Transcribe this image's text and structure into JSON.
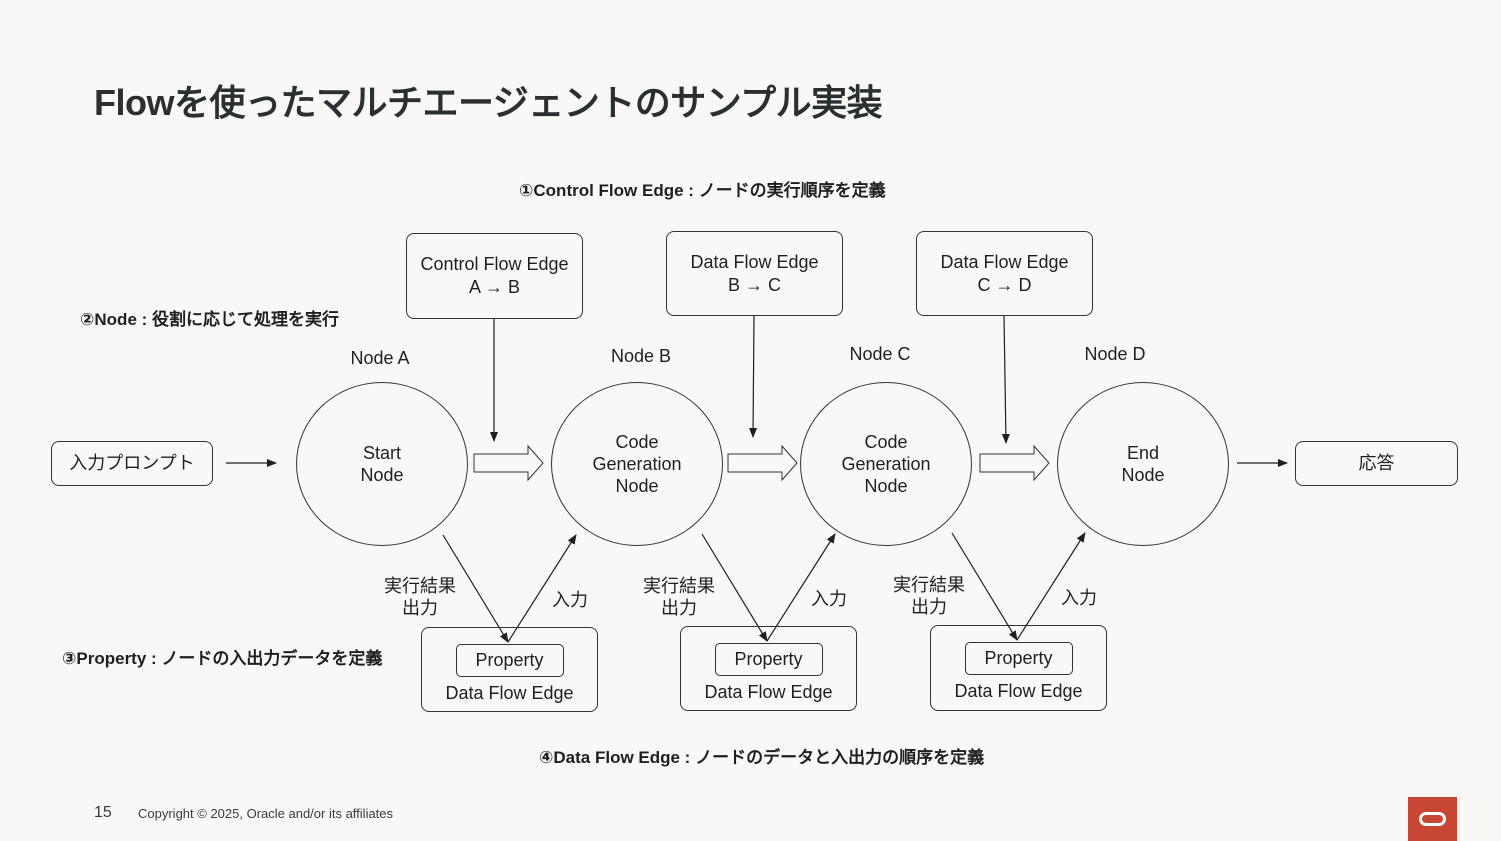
{
  "title": "Flowを使ったマルチエージェントのサンプル実装",
  "annotations": {
    "control_flow": "①Control Flow Edge : ノードの実行順序を定義",
    "node": "②Node : 役割に応じて処理を実行",
    "property": "③Property : ノードの入出力データを定義",
    "data_flow": "④Data Flow Edge : ノードのデータと入出力の順序を定義"
  },
  "input_box": "入力プロンプト",
  "output_box": "応答",
  "nodes": [
    {
      "label": "Node A",
      "line1": "Start",
      "line2": "Node",
      "line3": ""
    },
    {
      "label": "Node B",
      "line1": "Code",
      "line2": "Generation",
      "line3": "Node"
    },
    {
      "label": "Node C",
      "line1": "Code",
      "line2": "Generation",
      "line3": "Node"
    },
    {
      "label": "Node D",
      "line1": "End",
      "line2": "Node",
      "line3": ""
    }
  ],
  "edges": [
    {
      "line1": "Control Flow Edge",
      "line2": "A → B"
    },
    {
      "line1": "Data Flow Edge",
      "line2": "B → C"
    },
    {
      "line1": "Data Flow Edge",
      "line2": "C → D"
    }
  ],
  "io": {
    "output_line1": "実行結果",
    "output_line2": "出力",
    "input": "入力"
  },
  "property_boxes": [
    {
      "property": "Property",
      "edge": "Data Flow Edge"
    },
    {
      "property": "Property",
      "edge": "Data Flow Edge"
    },
    {
      "property": "Property",
      "edge": "Data Flow Edge"
    }
  ],
  "footer": {
    "page_number": "15",
    "copyright": "Copyright © 2025, Oracle and/or its affiliates"
  },
  "colors": {
    "background": "#f9f8f6",
    "logo": "#c74634",
    "line": "#333333"
  }
}
